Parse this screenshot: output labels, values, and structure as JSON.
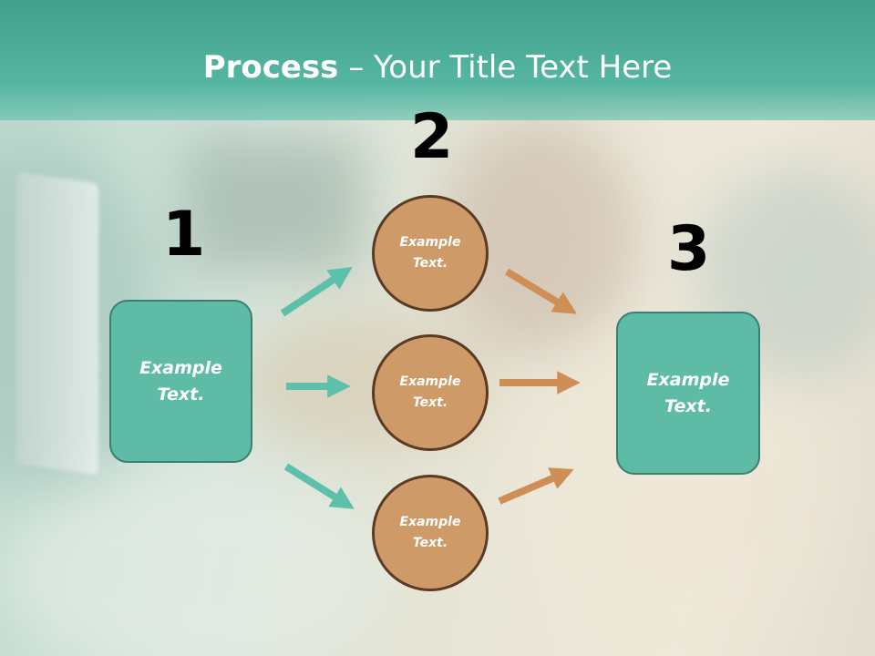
{
  "title": {
    "bold": "Process",
    "rest": " – Your Title Text Here"
  },
  "steps": [
    {
      "number": "1"
    },
    {
      "number": "2"
    },
    {
      "number": "3"
    }
  ],
  "boxes": {
    "left": {
      "line1": "Example",
      "line2": "Text."
    },
    "right": {
      "line1": "Example",
      "line2": "Text."
    }
  },
  "circles": [
    {
      "line1": "Example",
      "line2": "Text."
    },
    {
      "line1": "Example",
      "line2": "Text."
    },
    {
      "line1": "Example",
      "line2": "Text."
    }
  ],
  "colors": {
    "header": "#4fae9a",
    "box_fill": "#5dbba6",
    "circle_fill": "#ce9a68",
    "teal_arrow": "#5cc0ab",
    "orange_arrow": "#cf8e55"
  }
}
